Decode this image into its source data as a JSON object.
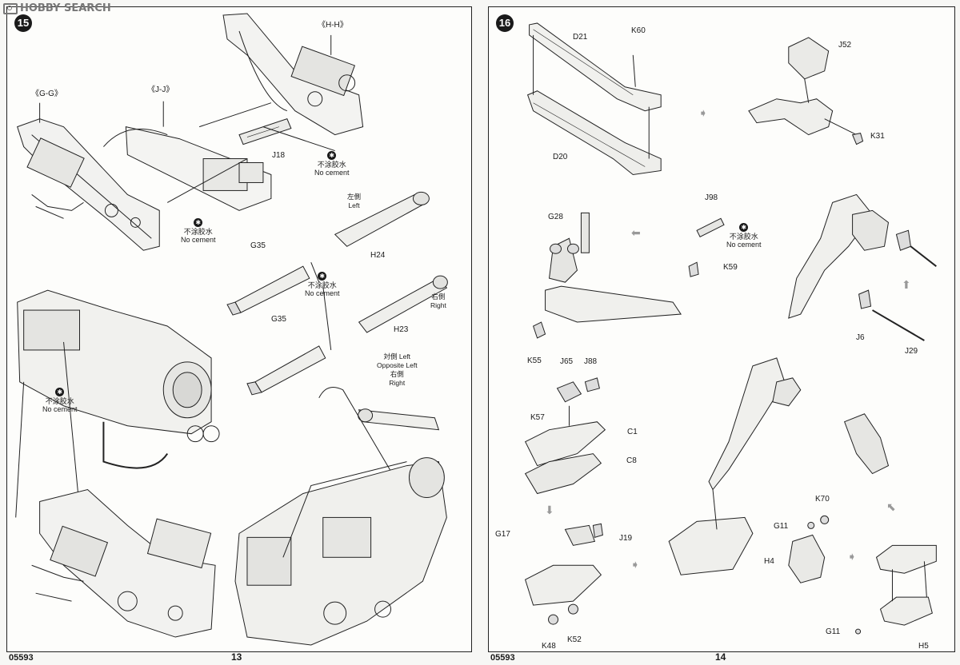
{
  "watermark": {
    "text": "HOBBY SEARCH"
  },
  "left_page": {
    "step": "15",
    "code": "05593",
    "page_number": "13",
    "views": {
      "gg": "《G-G》",
      "jj": "《J-J》",
      "hh": "《H-H》"
    },
    "parts": {
      "j18": "J18",
      "g35a": "G35",
      "g35b": "G35",
      "h24": "H24",
      "h23": "H23"
    },
    "side_left": {
      "cn": "左側",
      "en": "Left"
    },
    "side_right": {
      "cn": "右側",
      "en": "Right"
    },
    "opposite": {
      "l1": "対側 Left",
      "l2": "Opposite Left",
      "l3": "右側",
      "l4": "Right"
    },
    "no_cement": {
      "cn": "不涂胶水",
      "en": "No cement"
    }
  },
  "right_page": {
    "step": "16",
    "code": "05593",
    "page_number": "14",
    "parts": {
      "d21": "D21",
      "k60": "K60",
      "d20": "D20",
      "j52": "J52",
      "k31": "K31",
      "g28": "G28",
      "j98": "J98",
      "k59": "K59",
      "k55": "K55",
      "j6": "J6",
      "j29": "J29",
      "j65": "J65",
      "j88": "J88",
      "k57": "K57",
      "c1": "C1",
      "c8": "C8",
      "g17": "G17",
      "j19": "J19",
      "k48": "K48",
      "k52": "K52",
      "k70": "K70",
      "g11a": "G11",
      "h4": "H4",
      "g11b": "G11",
      "h5": "H5"
    },
    "no_cement": {
      "cn": "不涂胶水",
      "en": "No cement"
    }
  }
}
